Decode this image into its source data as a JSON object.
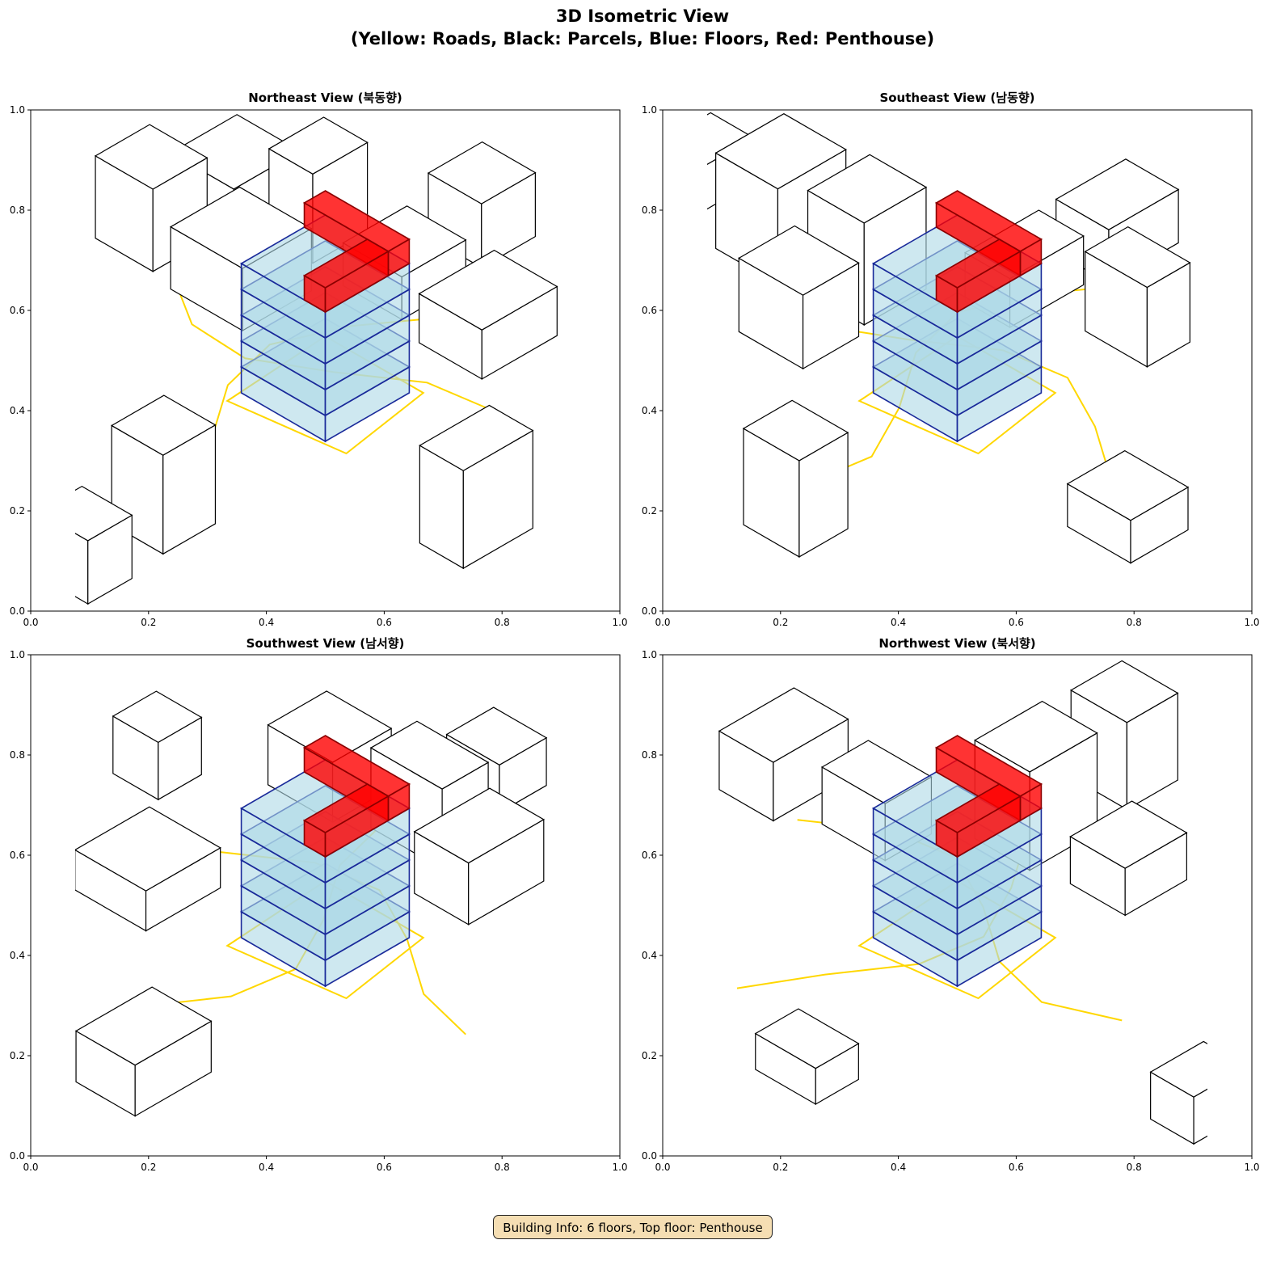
{
  "figure": {
    "title_line1": "3D Isometric View",
    "title_line2": "(Yellow: Roads, Black: Parcels, Blue: Floors, Red: Penthouse)",
    "footer": "Building Info: 6 floors, Top floor: Penthouse"
  },
  "panels": [
    {
      "title": "Northeast View (북동향)"
    },
    {
      "title": "Southeast View (남동향)"
    },
    {
      "title": "Southwest View (남서향)"
    },
    {
      "title": "Northwest View (북서향)"
    }
  ],
  "axes": {
    "x_ticks": [
      "0.0",
      "0.2",
      "0.4",
      "0.6",
      "0.8",
      "1.0"
    ],
    "y_ticks": [
      "0.0",
      "0.2",
      "0.4",
      "0.6",
      "0.8",
      "1.0"
    ]
  },
  "building": {
    "floors": 6,
    "top_floor": "Penthouse"
  },
  "colors": {
    "road": "#ffd700",
    "parcel": "#000000",
    "floor_fill": "#add8e6",
    "floor_edge": "#1a2a9a",
    "penthouse": "#ff0000",
    "footer_bg": "#f5deb3"
  }
}
